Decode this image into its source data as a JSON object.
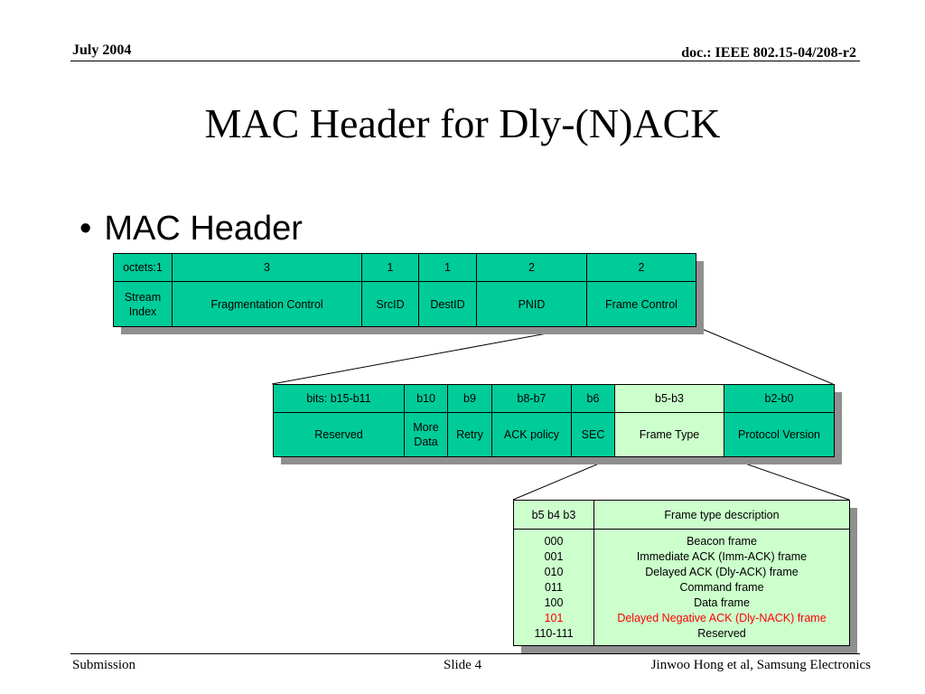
{
  "header": {
    "date": "July 2004",
    "doc": "doc.: IEEE 802.15-04/208-r2"
  },
  "title": "MAC Header for Dly-(N)ACK",
  "bullet": {
    "symbol": "•",
    "text": "MAC Header"
  },
  "mac_header": {
    "octets": [
      "octets:1",
      "3",
      "1",
      "1",
      "2",
      "2"
    ],
    "fields": [
      "Stream Index",
      "Fragmentation Control",
      "SrcID",
      "DestID",
      "PNID",
      "Frame Control"
    ]
  },
  "frame_control": {
    "bits": [
      "bits: b15-b11",
      "b10",
      "b9",
      "b8-b7",
      "b6",
      "b5-b3",
      "b2-b0"
    ],
    "fields": [
      "Reserved",
      "More Data",
      "Retry",
      "ACK policy",
      "SEC",
      "Frame Type",
      "Protocol Version"
    ]
  },
  "frame_type": {
    "headers": [
      "b5 b4 b3",
      "Frame type description"
    ],
    "rows": [
      {
        "code": "000",
        "desc": "Beacon frame"
      },
      {
        "code": "001",
        "desc": "Immediate ACK (Imm-ACK) frame"
      },
      {
        "code": "010",
        "desc": "Delayed ACK (Dly-ACK) frame"
      },
      {
        "code": "011",
        "desc": "Command frame"
      },
      {
        "code": "100",
        "desc": "Data frame"
      },
      {
        "code": "101",
        "desc": "Delayed Negative ACK (Dly-NACK) frame",
        "highlight": true
      },
      {
        "code": "110-111",
        "desc": "Reserved"
      }
    ]
  },
  "colors": {
    "cell": "#00cc99",
    "highlight_cell": "#ccffcc",
    "highlight_text": "#ff0000"
  },
  "footer": {
    "left": "Submission",
    "center": "Slide 4",
    "right": "Jinwoo Hong et al, Samsung Electronics"
  }
}
